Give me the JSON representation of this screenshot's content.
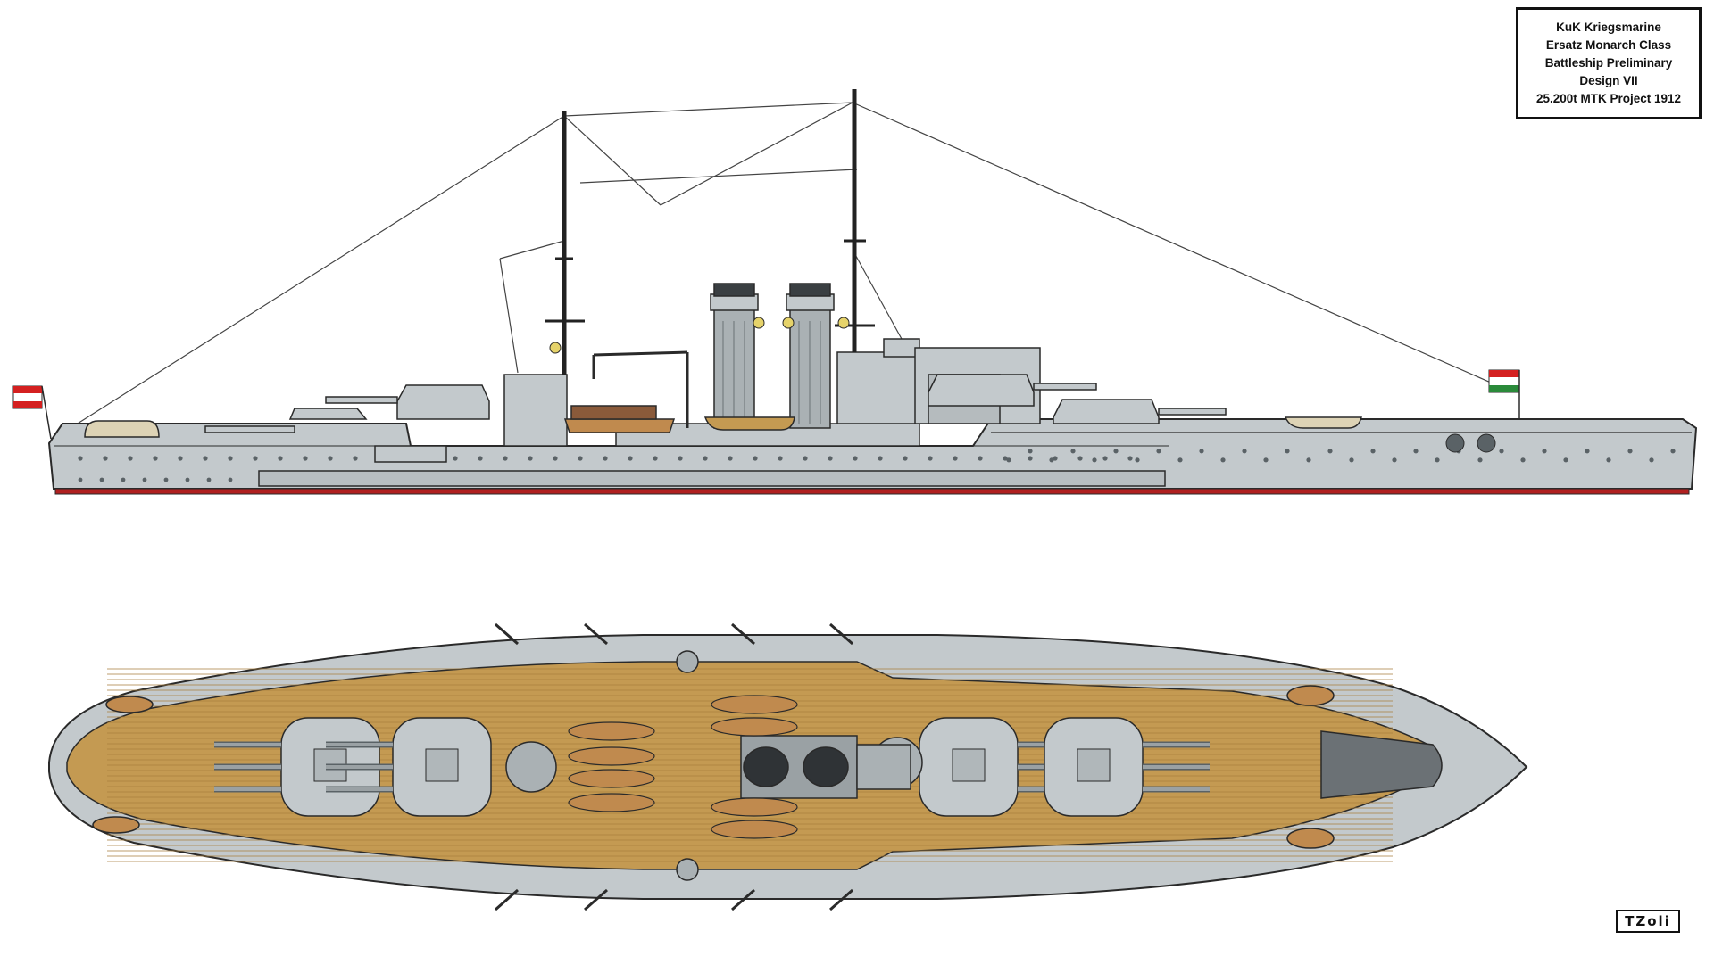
{
  "title_block": {
    "line1": "KuK Kriegsmarine",
    "line2": "Ersatz Monarch Class",
    "line3": "Battleship Preliminary",
    "line4": "Design VII",
    "line5": "25.200t MTK Project 1912"
  },
  "signature": "TZoli",
  "colors": {
    "hull_grey": "#c3c9cc",
    "dark_grey": "#8f979b",
    "deck_wood": "#c49a52",
    "waterline_red": "#b02020",
    "outline": "#2a2a2a",
    "flag_red": "#d42020",
    "flag_green": "#2a8a3a"
  },
  "views": [
    "side-profile-drawing",
    "top-plan-drawing"
  ]
}
